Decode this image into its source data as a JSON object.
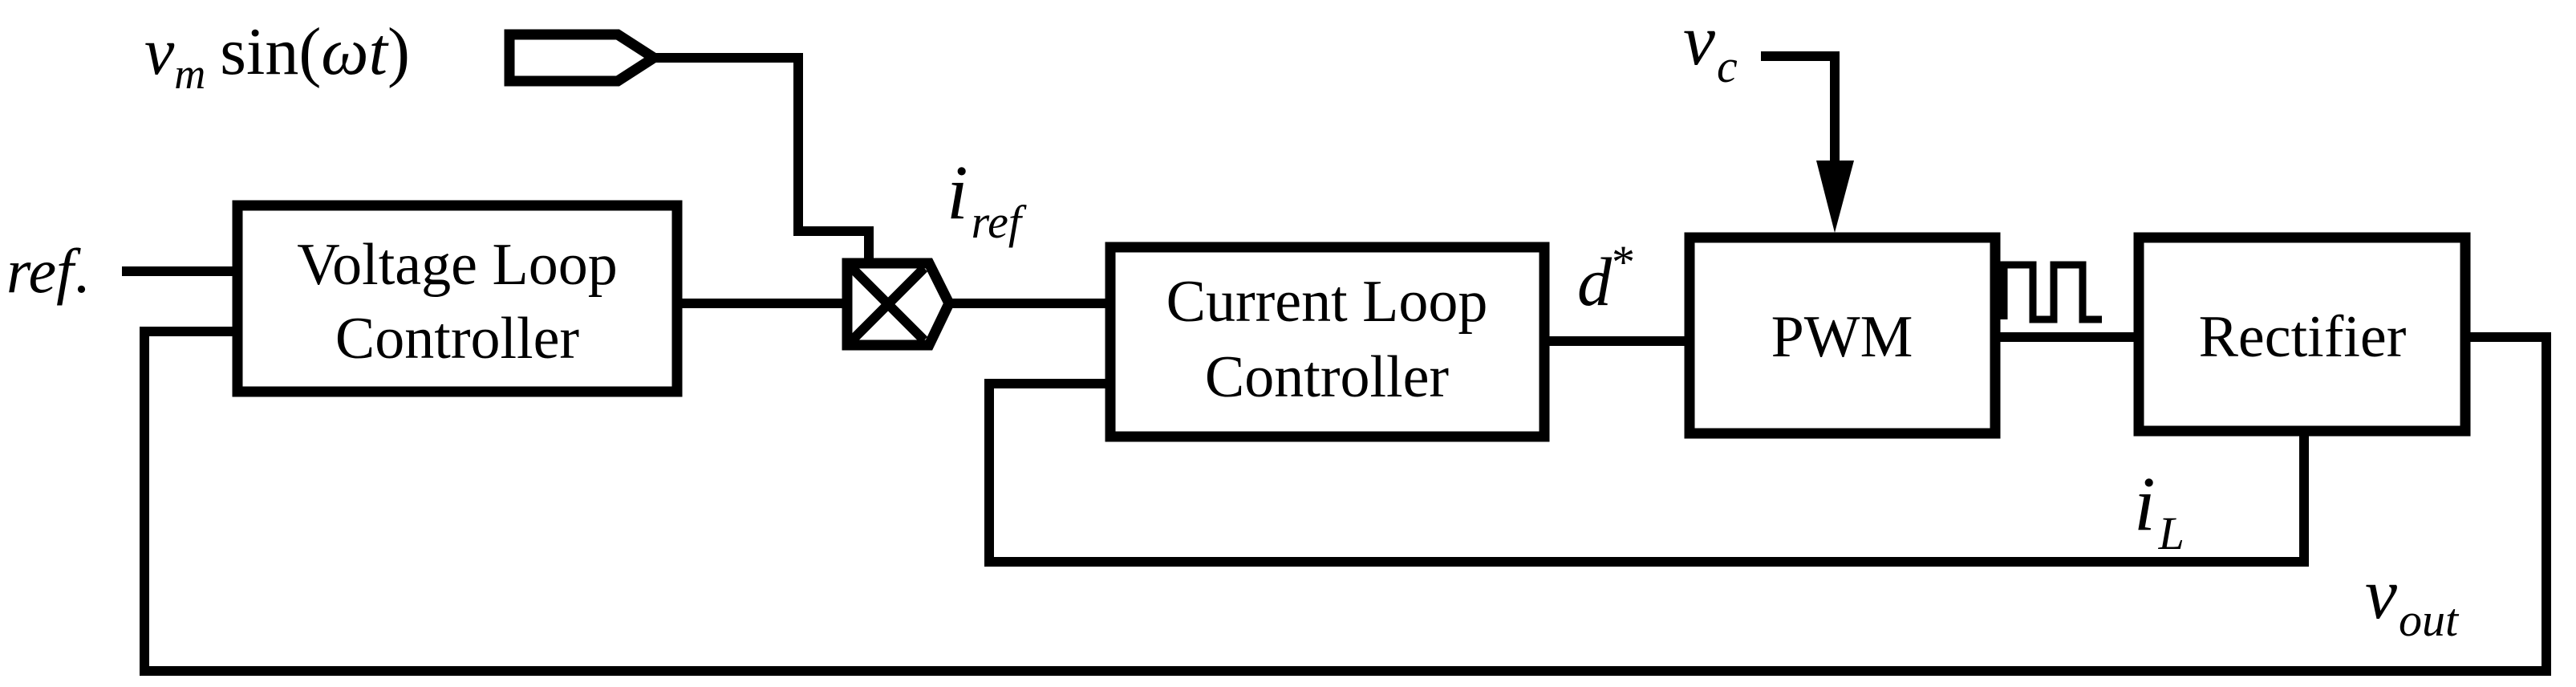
{
  "blocks": {
    "voltage_loop": {
      "line1": "Voltage Loop",
      "line2": "Controller"
    },
    "current_loop": {
      "line1": "Current Loop",
      "line2": "Controller"
    },
    "pwm": {
      "label": "PWM"
    },
    "rectifier": {
      "label": "Rectifier"
    }
  },
  "signals": {
    "ref": {
      "text": "ref",
      "suffix": "."
    },
    "sine_ref": {
      "v": "v",
      "sub": "m",
      "fn": "sin(",
      "omega": "ω",
      "t": "t",
      "close": ")"
    },
    "i_ref": {
      "base": "i",
      "sub": "ref"
    },
    "d_star": {
      "base": "d",
      "sup": "*"
    },
    "v_c": {
      "base": "v",
      "sub": "c"
    },
    "i_L": {
      "base": "i",
      "sub": "L"
    },
    "v_out": {
      "base": "v",
      "sub": "out"
    }
  },
  "symbols": {
    "multiplier": "multiplier-cross-icon",
    "source_port": "input-port-icon",
    "pulse_train": "square-pulse-icon"
  }
}
